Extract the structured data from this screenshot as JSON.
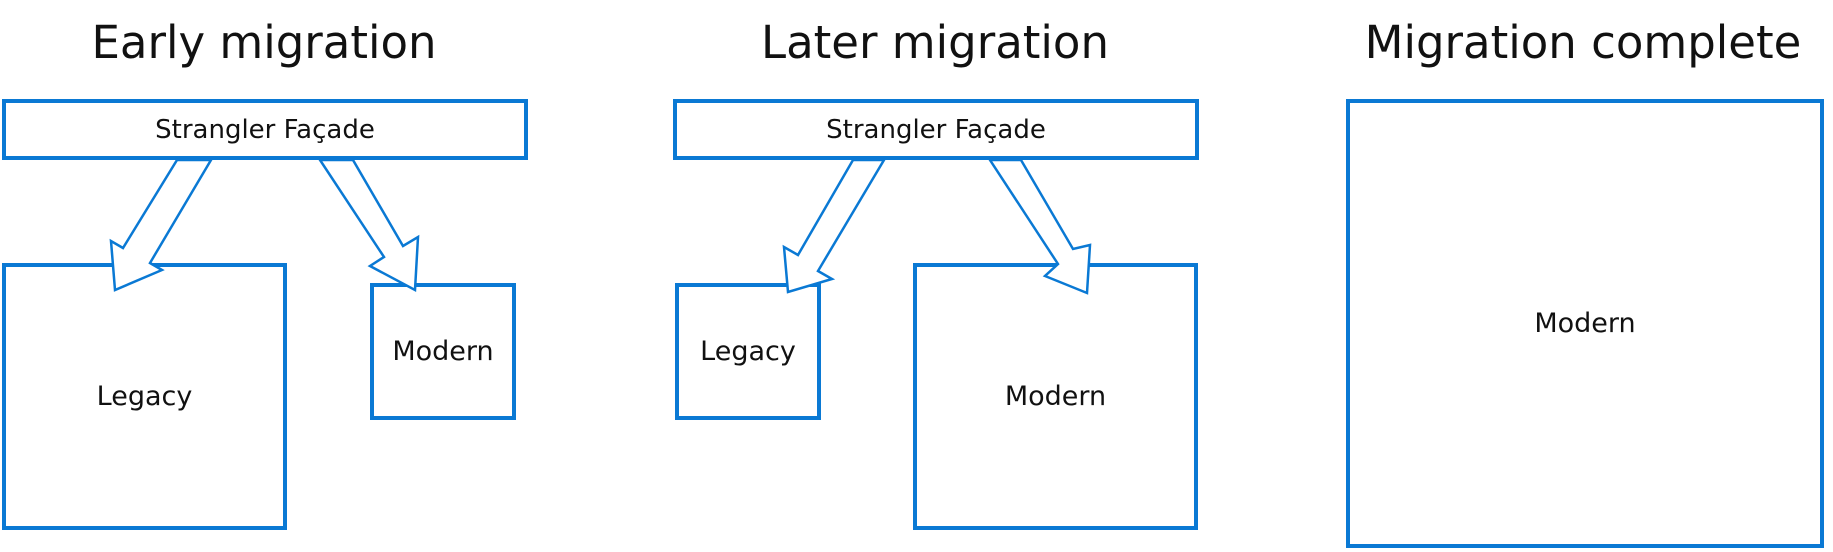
{
  "colors": {
    "accent": "#0a79d4",
    "text": "#111111",
    "background": "#ffffff"
  },
  "panels": [
    {
      "title": "Early migration",
      "facade_label": "Strangler Façade",
      "legacy_label": "Legacy",
      "modern_label": "Modern"
    },
    {
      "title": "Later migration",
      "facade_label": "Strangler Façade",
      "legacy_label": "Legacy",
      "modern_label": "Modern"
    },
    {
      "title": "Migration complete",
      "modern_label": "Modern"
    }
  ]
}
